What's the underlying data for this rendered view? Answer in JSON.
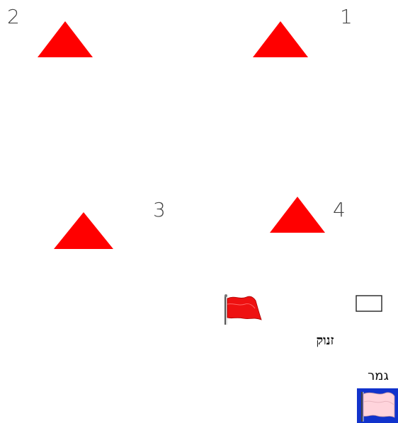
{
  "markers": [
    {
      "label": "2"
    },
    {
      "label": "1"
    },
    {
      "label": "3"
    },
    {
      "label": "4"
    }
  ],
  "start_label": "זנוק",
  "finish_label": "גמר",
  "colors": {
    "triangle": "#ff0000",
    "start_flag": "#ee1111",
    "finish_flag_bg": "#1133cc",
    "finish_flag_cloth": "#ffd4dc"
  },
  "icons": {
    "start": "red-flag-icon",
    "finish": "finish-flag-icon",
    "box": "empty-box"
  }
}
